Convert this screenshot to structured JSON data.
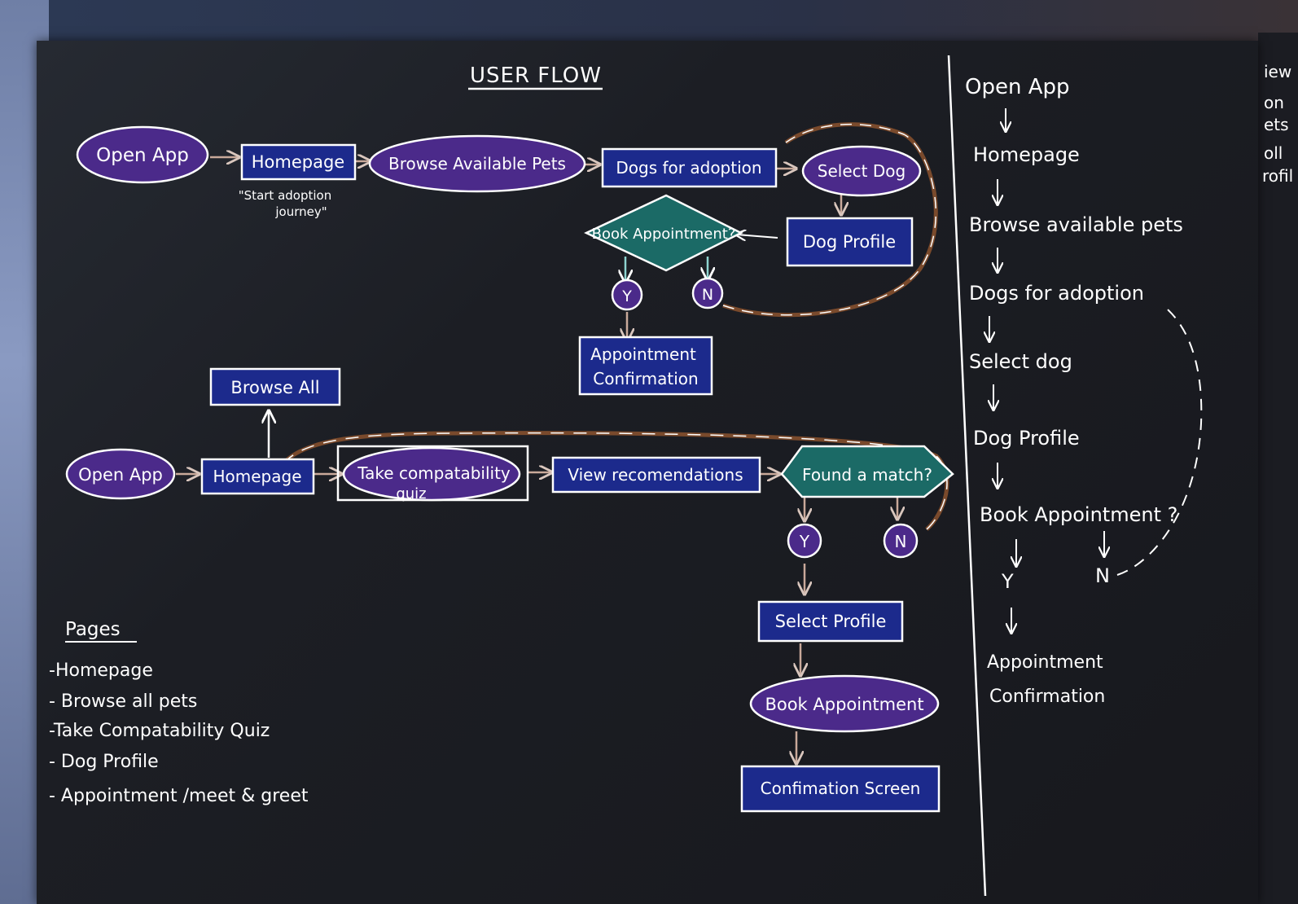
{
  "title": "USER FLOW",
  "flow1": {
    "open_app": "Open App",
    "homepage": "Homepage",
    "note_line1": "\"Start adoption",
    "note_line2": "journey\"",
    "browse_pets": "Browse Available Pets",
    "dogs_adoption": "Dogs for adoption",
    "select_dog": "Select Dog",
    "dog_profile": "Dog Profile",
    "book_appt": "Book Appointment?",
    "yes": "Y",
    "no": "N",
    "appt_conf_line1": "Appointment",
    "appt_conf_line2": "Confirmation"
  },
  "flow2": {
    "browse_all": "Browse All",
    "open_app": "Open App",
    "homepage": "Homepage",
    "quiz_line1": "Take compatability",
    "quiz_line2": "quiz",
    "view_recs": "View recomendations",
    "found_match": "Found a match?",
    "yes": "Y",
    "no": "N",
    "select_profile": "Select Profile",
    "book_appt": "Book Appointment",
    "confirm_screen": "Confimation Screen"
  },
  "pages": {
    "heading": "Pages",
    "items": [
      "-Homepage",
      "- Browse all pets",
      "-Take Compatability Quiz",
      "- Dog Profile",
      "- Appointment /meet & greet"
    ]
  },
  "sidebar": {
    "steps": [
      "Open App",
      "Homepage",
      "Browse available pets",
      "Dogs for adoption",
      "Select dog",
      "Dog Profile",
      "Book Appointment ?"
    ],
    "yes": "Y",
    "no": "N",
    "confirm_line1": "Appointment",
    "confirm_line2": "Confirmation"
  },
  "edge_fragments": [
    "iew",
    "on",
    "ets",
    "oll",
    "rofil"
  ],
  "colors": {
    "purple": "#4b2a8a",
    "navy": "#1c2a8c",
    "teal": "#1b6a66",
    "line": "#ffffff",
    "arrow": "#b0897a",
    "loop": "#7a4a2c"
  }
}
